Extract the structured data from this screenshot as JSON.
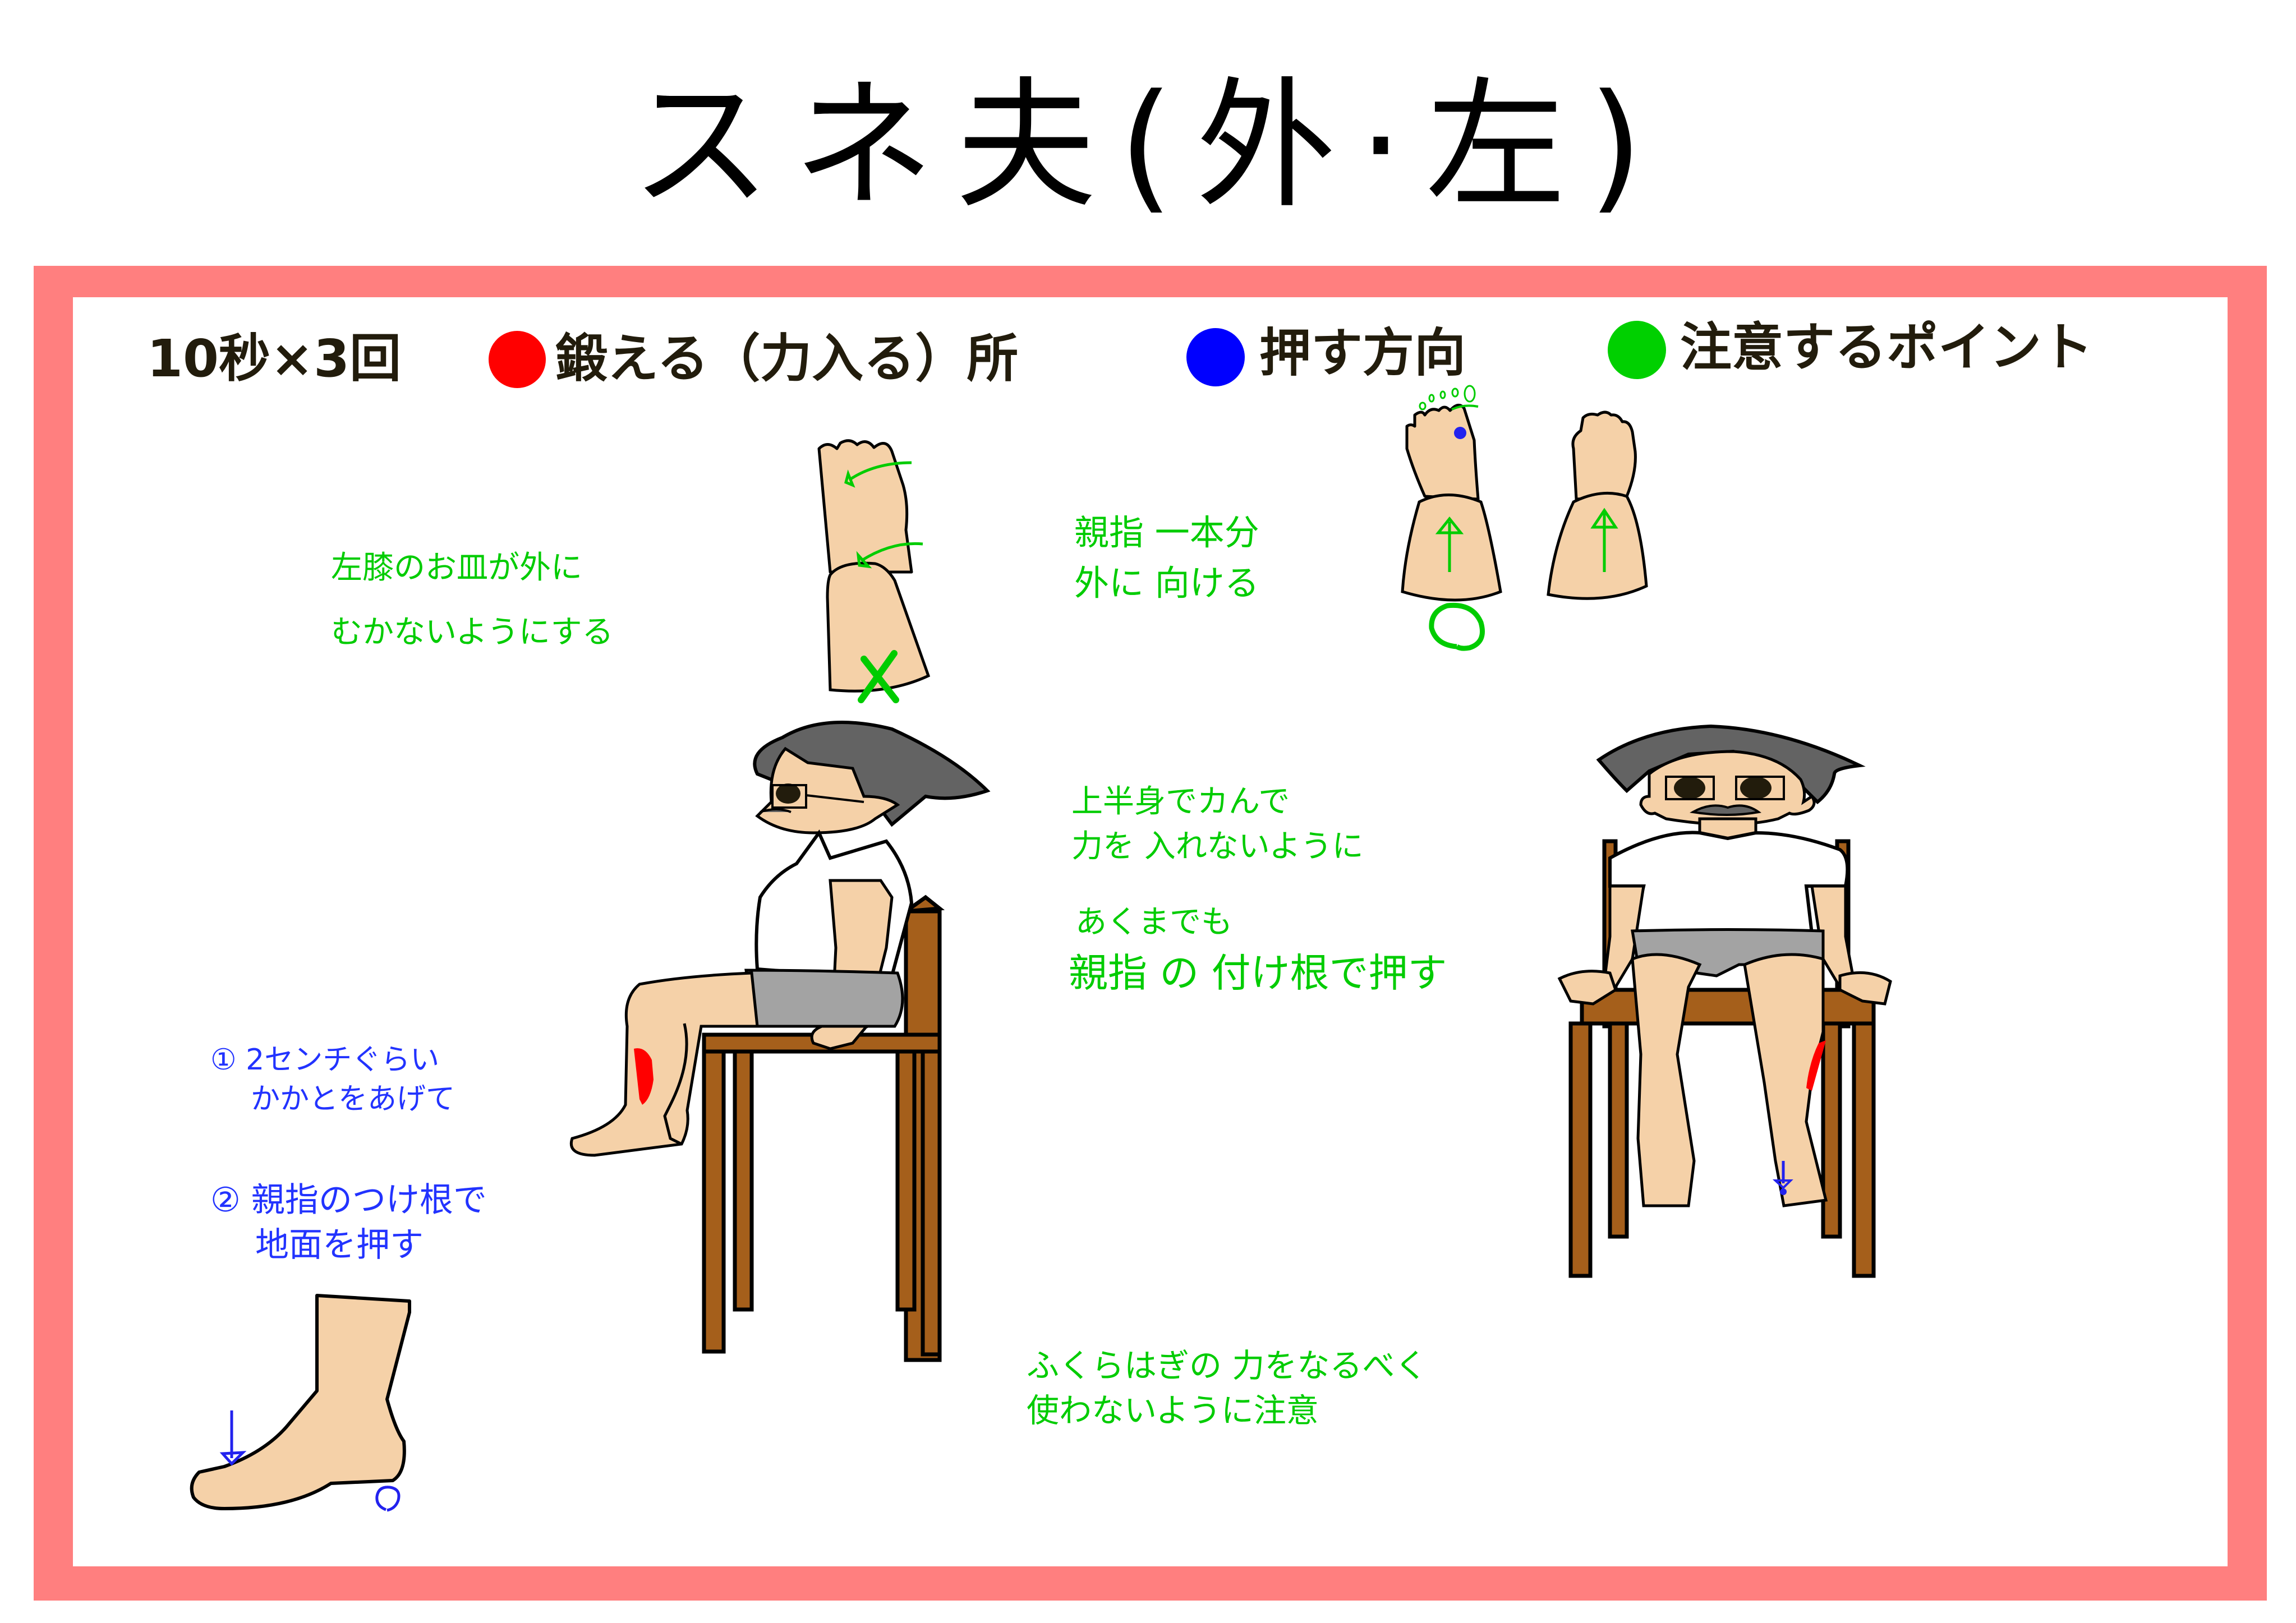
{
  "title": "スネ夫(外·左)",
  "colors": {
    "frame": "#FF7F7F",
    "train": "#FF0000",
    "push": "#0000FF",
    "caution": "#00CC00",
    "skin": "#F5D1A8",
    "hair": "#636363",
    "shorts": "#A3A3A3",
    "chair": "#A55F1B"
  },
  "legend": {
    "reps": "10秒×3回",
    "items": [
      {
        "color_key": "train",
        "label": "鍛える（力入る）所"
      },
      {
        "color_key": "push",
        "label": "押す方向"
      },
      {
        "color_key": "caution",
        "label": "注意するポイント"
      }
    ]
  },
  "notes": {
    "knee_caution": [
      "左膝のお皿が外に",
      "むかないようにする"
    ],
    "thumb_outward": [
      "親指 一本分",
      "外に 向ける"
    ],
    "upper_body": [
      "上半身でカんで",
      "力を 入れないように"
    ],
    "thumb_root": [
      "あくまでも",
      "親指 の 付け根で押す"
    ],
    "steps": [
      {
        "marker": "①",
        "lines": [
          "2センチぐらい",
          "かかとをあげて"
        ]
      },
      {
        "marker": "②",
        "lines": [
          "親指のつけ根で",
          "地面を押す"
        ]
      }
    ],
    "calf_caution": [
      "ふくらはぎの 力をなるべく",
      "使わないように注意"
    ]
  },
  "marks": {
    "wrong": "×",
    "correct": "○",
    "heel_lift": "○"
  },
  "illustrations": {
    "top_center": "foot-turned-inward-wrong",
    "top_right_left": "foot-turned-outward-correct",
    "top_right_right": "foot-neutral",
    "side_view": "seated-person-side-view",
    "front_view": "seated-person-front-view",
    "foot_side": "foot-side-view-heel-lift"
  }
}
